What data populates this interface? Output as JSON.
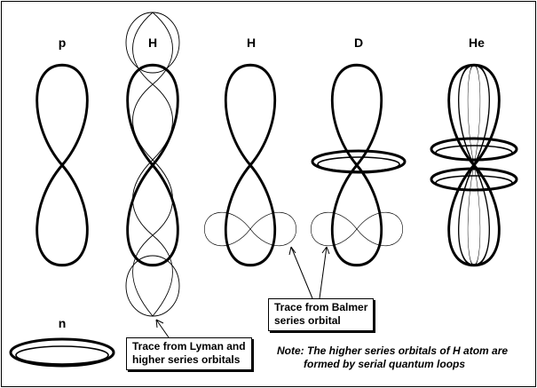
{
  "labels": {
    "p": "p",
    "h1": "H",
    "h2": "H",
    "d": "D",
    "he": "He",
    "n": "n"
  },
  "callouts": {
    "lyman": {
      "line1": "Trace from Lyman and",
      "line2": "higher series orbitals"
    },
    "balmer": {
      "line1": "Trace from Balmer",
      "line2": "series orbital"
    }
  },
  "note": {
    "line1": "Note: The higher series orbitals of H atom are",
    "line2": "formed by serial quantum loops"
  },
  "colors": {
    "stroke": "#000000",
    "background": "#ffffff"
  }
}
